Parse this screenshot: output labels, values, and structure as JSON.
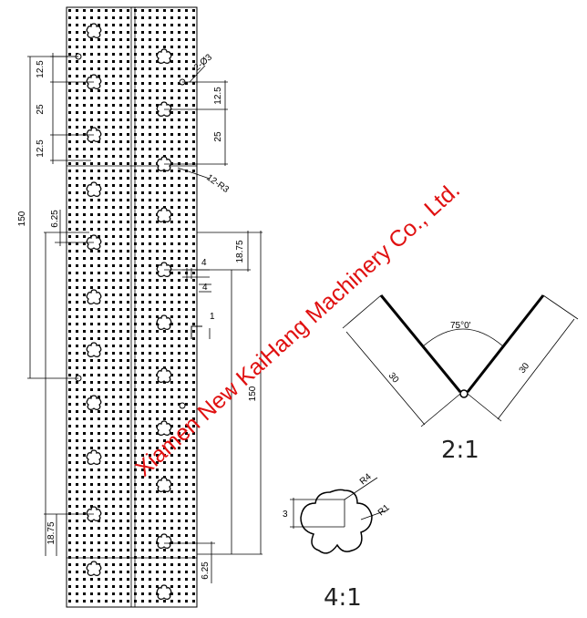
{
  "watermark": "Xiamen New KaiHang Machinery Co., Ltd.",
  "strip": {
    "dims": {
      "d_12_5_a": "12.5",
      "d_25_a": "25",
      "d_12_5_b": "12.5",
      "d_150_left": "150",
      "d_6_25_top": "6.25",
      "d_18_75_bottom": "18.75",
      "d_12_5_right": "12.5",
      "d_25_right": "25",
      "d_18_75_right": "18.75",
      "d_4_a": "4",
      "d_4_b": "4",
      "d_1": "1",
      "d_150_right": "150",
      "d_6_25_bottom": "6.25"
    },
    "callouts": {
      "holes_small": "2-Ø3",
      "holes_star": "12-R3"
    }
  },
  "angle_view": {
    "angle": "75°0'",
    "leg_left": "30",
    "leg_right": "30",
    "scale": "2:1"
  },
  "hole_detail": {
    "r_outer": "R4",
    "r_inner": "R1",
    "height": "3",
    "scale": "4:1"
  }
}
